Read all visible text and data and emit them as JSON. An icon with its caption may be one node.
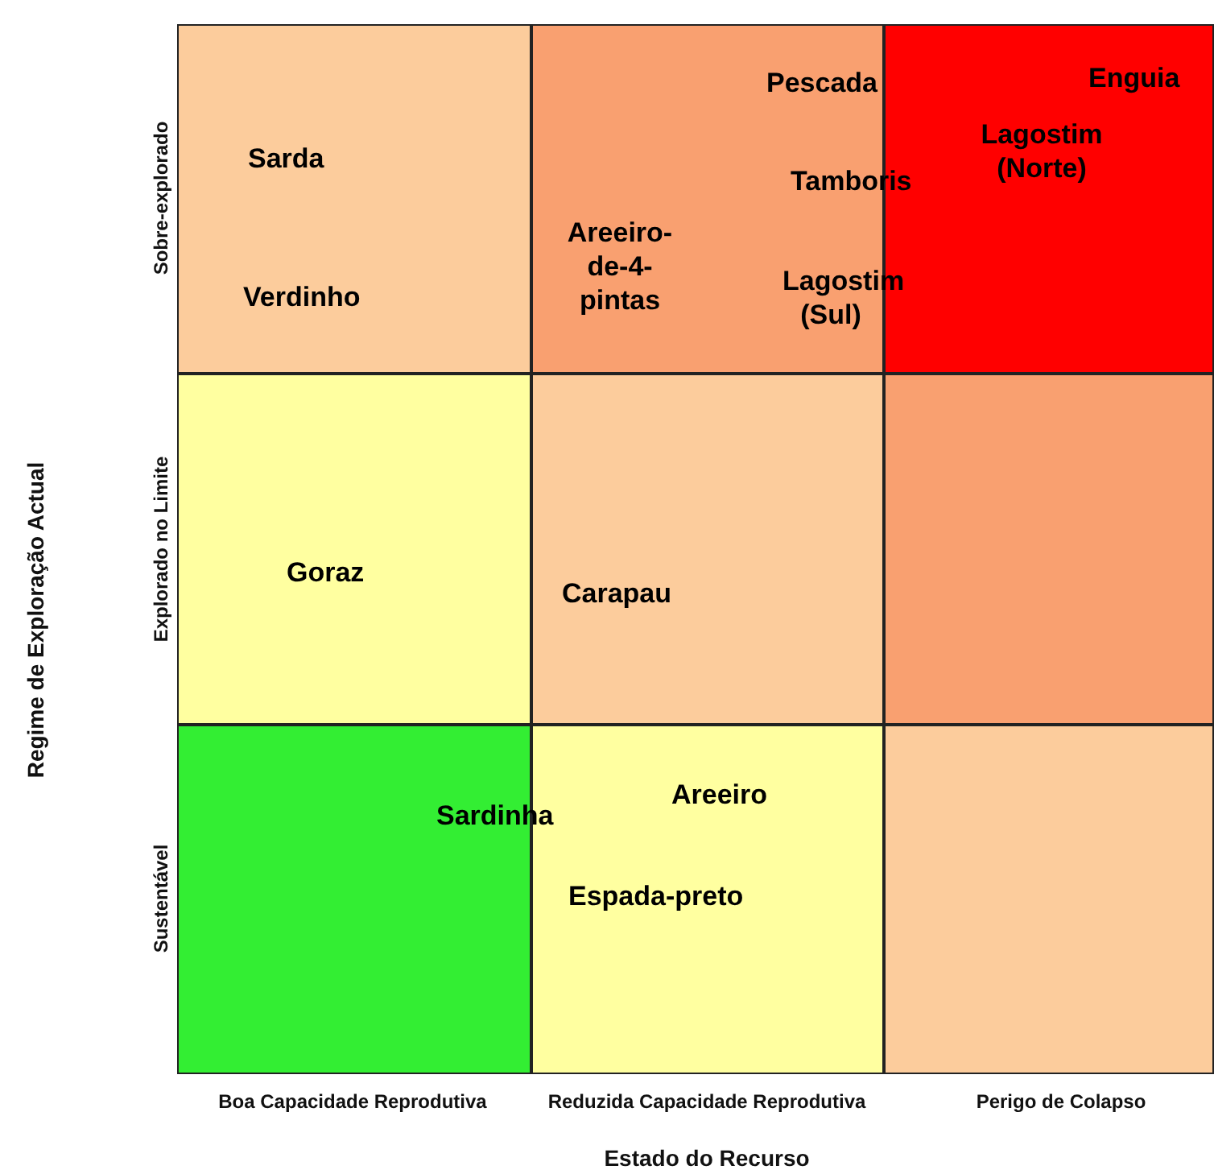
{
  "diagram": {
    "nodes": [
      {
        "text": [
          "Sarda",
          "Verdinho"
        ]
      },
      {
        "text": [
          "Areeiro- de-4-pintas",
          "Pescada",
          "Tamboris",
          "Lagostim (Sul)"
        ]
      },
      {
        "text": [
          "Enguia",
          "Lagostim (Norte)"
        ]
      },
      {
        "text": [
          "Goraz"
        ]
      },
      {
        "text": [
          "Carapau"
        ]
      },
      {
        "text": [],
        "shape": "box"
      },
      {
        "text": [
          "Sardinha"
        ]
      },
      {
        "text": [
          "Areeiro",
          "Espada-preto"
        ]
      },
      {
        "text": [],
        "shape": "box"
      }
    ],
    "labels": [
      "Sobre-explorado",
      "Explorado no Limite",
      "Sustentável",
      "Regime de Exploração Actual",
      "Boa Capacidade Reprodutiva",
      "Reduzida Capacidade Reprodutiva",
      "Perigo de Colapso",
      "Estado do Recurso"
    ]
  }
}
